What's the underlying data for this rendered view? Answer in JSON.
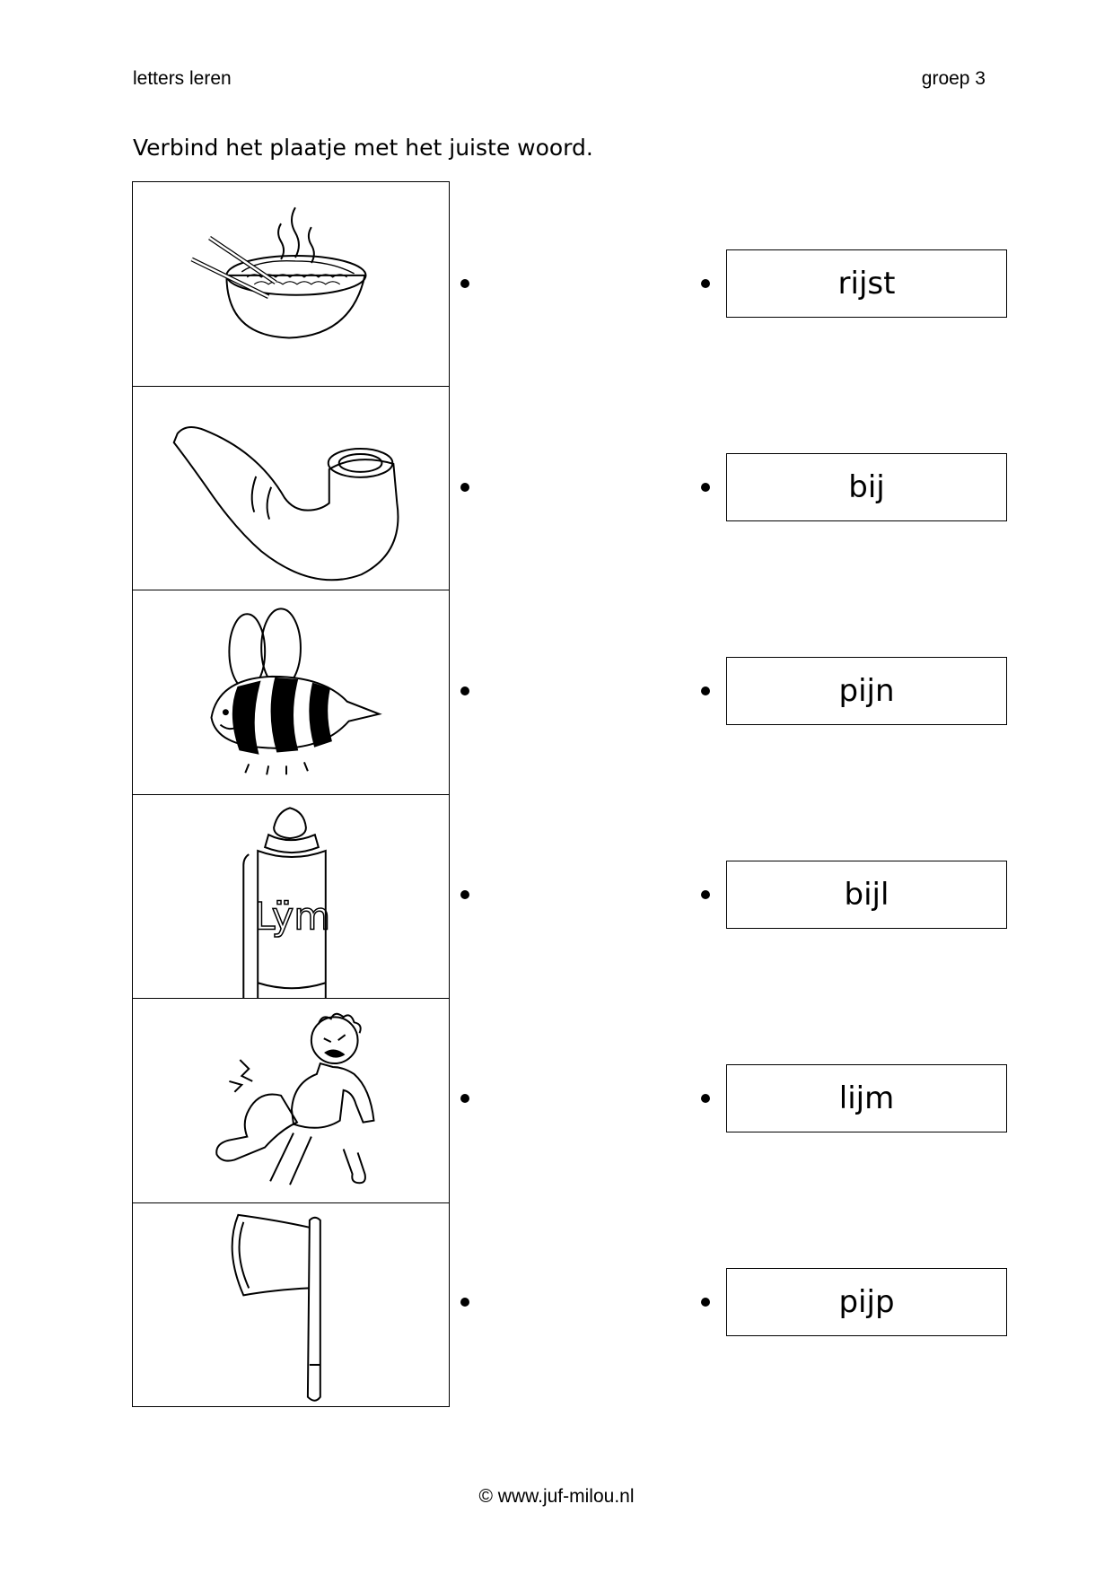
{
  "header": {
    "left": "letters leren",
    "right": "groep 3"
  },
  "instruction": "Verbind het plaatje met het juiste woord.",
  "pictures": [
    {
      "icon": "rice-bowl-icon"
    },
    {
      "icon": "pipe-icon"
    },
    {
      "icon": "bee-icon"
    },
    {
      "icon": "glue-bottle-icon",
      "label": "Lijm"
    },
    {
      "icon": "boy-in-pain-icon"
    },
    {
      "icon": "axe-icon"
    }
  ],
  "words": [
    "rijst",
    "bij",
    "pijn",
    "bijl",
    "lijm",
    "pijp"
  ],
  "footer": "© www.juf-milou.nl"
}
